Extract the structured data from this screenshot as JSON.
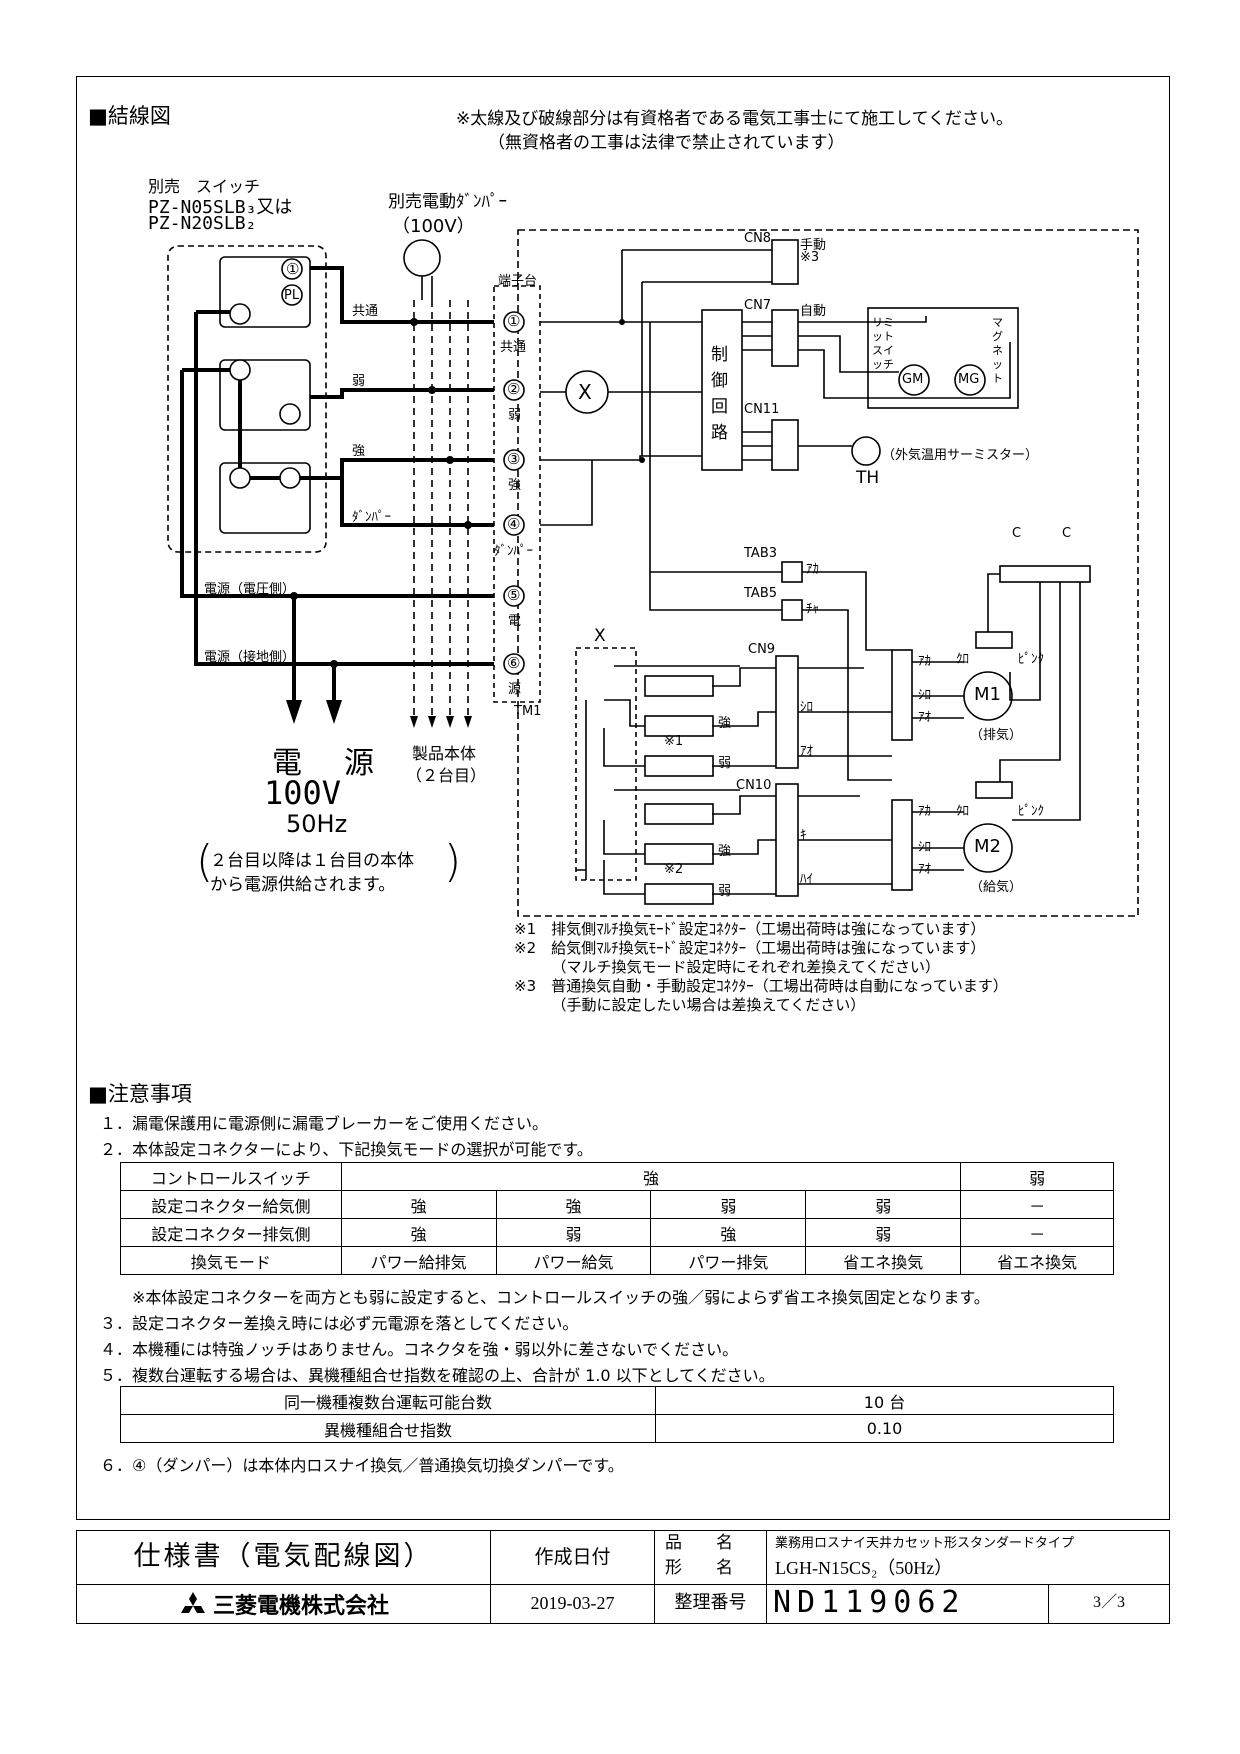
{
  "wiring": {
    "heading": "■結線図",
    "warning_line1": "※太線及び破線部分は有資格者である電気工事士にて施工してください。",
    "warning_line2": "（無資格者の工事は法律で禁止されています）",
    "switch_label_1": "別売　スイッチ",
    "switch_label_2": "PZ-N05SLB₃又は",
    "switch_label_3": "PZ-N20SLB₂",
    "damper_label_1": "別売電動ﾀﾞﾝﾊﾟｰ",
    "damper_label_2": "（100V）",
    "terminal_block": "端子台",
    "terminals": [
      {
        "num": "①",
        "name": "共通",
        "wire": "共通"
      },
      {
        "num": "②",
        "name": "弱",
        "wire": "弱"
      },
      {
        "num": "③",
        "name": "強",
        "wire": "強"
      },
      {
        "num": "④",
        "name": "ﾀﾞﾝﾊﾟｰ",
        "wire": "ﾀﾞﾝﾊﾟｰ"
      },
      {
        "num": "⑤",
        "name": "電",
        "wire": "電源（電圧側）"
      },
      {
        "num": "⑥",
        "name": "源",
        "wire": "電源（接地側）"
      }
    ],
    "tm1": "TM1",
    "power_1": "電　源",
    "power_2": "100V",
    "power_3": "50Hz",
    "power_note_1": "２台目以降は１台目の本体",
    "power_note_2": "から電源供給されます。",
    "product_1": "製品本体",
    "product_2": "（２台目）",
    "control_circuit": "制御回路",
    "cn8": "CN8",
    "cn8_label": "手動",
    "cn8_note": "※3",
    "cn7": "CN7",
    "cn7_label": "自動",
    "cn11": "CN11",
    "limit_switch": "リミットスイッチ",
    "magnet": "マグネット",
    "gm": "GM",
    "mg": "MG",
    "thermistor": "（外気温用サーミスター）",
    "th": "TH",
    "tab3": "TAB3",
    "tab3_label": "ｱｶ",
    "tab5": "TAB5",
    "tab5_label": "ﾁｬ",
    "cn9": "CN9",
    "cn10": "CN10",
    "x_label": "X",
    "relay_x": "X",
    "strong": "強",
    "weak": "弱",
    "note1_mark": "※1",
    "note2_mark": "※2",
    "shiro": "ｼﾛ",
    "ao": "ｱｵ",
    "ki": "ｷ",
    "hai": "ﾊｲ",
    "aka": "ｱｶ",
    "kuro": "ｸﾛ",
    "pink": "ﾋﾟﾝｸ",
    "c": "C",
    "m1": "M1",
    "m1_sub": "（排気）",
    "m2": "M2",
    "m2_sub": "（給気）",
    "pl": "PL",
    "footnotes": [
      "※1　排気側ﾏﾙﾁ換気ﾓｰﾄﾞ設定ｺﾈｸﾀｰ（工場出荷時は強になっています）",
      "※2　給気側ﾏﾙﾁ換気ﾓｰﾄﾞ設定ｺﾈｸﾀｰ（工場出荷時は強になっています）",
      "　　　（マルチ換気モード設定時にそれぞれ差換えてください）",
      "※3　普通換気自動・手動設定ｺﾈｸﾀｰ（工場出荷時は自動になっています）",
      "　　　（手動に設定したい場合は差換えてください）"
    ]
  },
  "cautions": {
    "heading": "■注意事項",
    "item1": "１．漏電保護用に電源側に漏電ブレーカーをご使用ください。",
    "item2": "２．本体設定コネクターにより、下記換気モードの選択が可能です。",
    "mode_table": {
      "row_headers": [
        "コントロールスイッチ",
        "設定コネクター給気側",
        "設定コネクター排気側",
        "換気モード"
      ],
      "strong": "強",
      "weak": "弱",
      "supply": [
        "強",
        "強",
        "弱",
        "弱",
        "－"
      ],
      "exhaust": [
        "強",
        "弱",
        "強",
        "弱",
        "－"
      ],
      "modes": [
        "パワー給排気",
        "パワー給気",
        "パワー排気",
        "省エネ換気",
        "省エネ換気"
      ]
    },
    "table_note": "※本体設定コネクターを両方とも弱に設定すると、コントロールスイッチの強／弱によらず省エネ換気固定となります。",
    "item3": "３．設定コネクター差換え時には必ず元電源を落としてください。",
    "item4": "４．本機種には特強ノッチはありません。コネクタを強・弱以外に差さないでください。",
    "item5": "５．複数台運転する場合は、異機種組合せ指数を確認の上、合計が 1.0 以下としてください。",
    "multi_table": [
      {
        "label": "同一機種複数台運転可能台数",
        "value": "10 台"
      },
      {
        "label": "異機種組合せ指数",
        "value": "0.10"
      }
    ],
    "item6": "６．④（ダンパー）は本体内ロスナイ換気／普通換気切換ダンパーです。"
  },
  "footer": {
    "title": "仕様書（電気配線図）",
    "created_label": "作成日付",
    "product_name_label": "品　　名",
    "model_label": "形　　名",
    "product_name": "業務用ロスナイ天井カセット形スタンダードタイプ",
    "model": "LGH-N15CS₂（50Hz）",
    "company": "三菱電機株式会社",
    "date": "2019-03-27",
    "ref_label": "整理番号",
    "ref_number": "ND119062",
    "page": "3／3"
  },
  "colors": {
    "line": "#000000",
    "logo": "#000000"
  }
}
